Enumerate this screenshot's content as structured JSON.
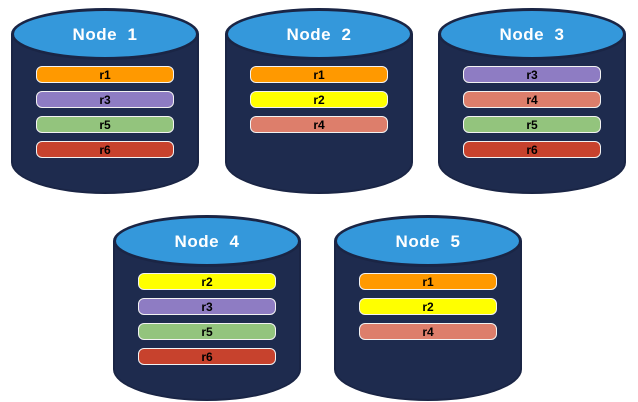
{
  "diagram": {
    "background": "#FFFFFF",
    "description_visible_text_only": true
  },
  "palette": {
    "cylinder_body": "#1E2B4E",
    "cylinder_top": "#3498DB",
    "cylinder_outline": "#1A2545",
    "bar_border": "#F2F2F2",
    "bar_text": "#000000",
    "title_text": "#FFFFFF",
    "replica_colors": {
      "r1": "#FF9900",
      "r2": "#FFFF00",
      "r3": "#8E7CC3",
      "r4": "#DD7E6B",
      "r5": "#93C47D",
      "r6": "#C7422D"
    }
  },
  "nodes": [
    {
      "label": "Node  1",
      "replicas": [
        "r1",
        "r3",
        "r5",
        "r6"
      ]
    },
    {
      "label": "Node  2",
      "replicas": [
        "r1",
        "r2",
        "r4"
      ]
    },
    {
      "label": "Node  3",
      "replicas": [
        "r3",
        "r4",
        "r5",
        "r6"
      ]
    },
    {
      "label": "Node  4",
      "replicas": [
        "r2",
        "r3",
        "r5",
        "r6"
      ]
    },
    {
      "label": "Node  5",
      "replicas": [
        "r1",
        "r2",
        "r4"
      ]
    }
  ]
}
